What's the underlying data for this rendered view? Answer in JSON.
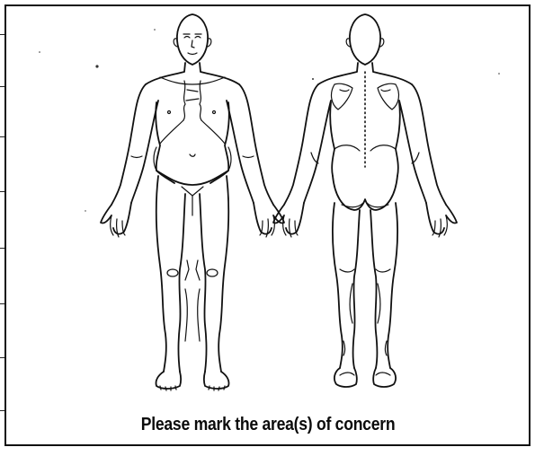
{
  "form": {
    "instruction": "Please mark the area(s) of concern"
  },
  "diagram": {
    "views": [
      "front-view",
      "back-view"
    ]
  },
  "colors": {
    "line": "#111111",
    "background": "#ffffff"
  }
}
